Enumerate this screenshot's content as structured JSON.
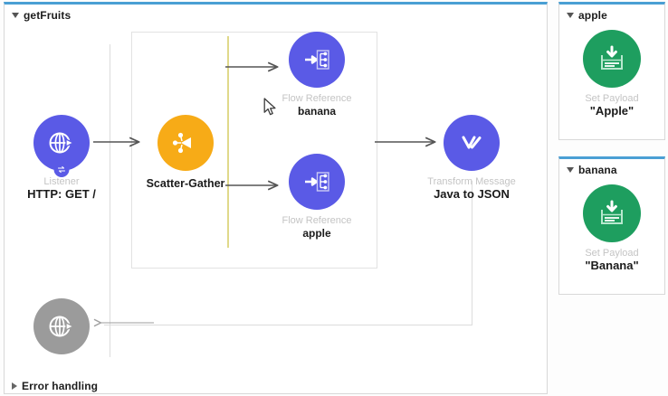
{
  "colors": {
    "accent_blue": "#5a5ae6",
    "accent_orange": "#f7ab17",
    "accent_green": "#1e9e5f",
    "accent_grey": "#9b9b9b",
    "panel_top_border": "#4a9fd4",
    "divider_yellow": "#e0d98a",
    "muted_label": "#c4c4c4"
  },
  "flow_panel": {
    "title": "getFruits",
    "toggle_icon": "triangle-down-icon",
    "error_handling": {
      "label": "Error handling",
      "toggle_icon": "triangle-right-icon"
    },
    "nodes": [
      {
        "id": "listener",
        "type_label": "Listener",
        "name_label": "HTTP: GET /",
        "icon": "globe-icon",
        "color": "#5a5ae6",
        "badge_icon": "http-connector-badge-icon"
      },
      {
        "id": "scatter-gather",
        "type_label": "",
        "name_label": "Scatter-Gather",
        "icon": "scatter-gather-icon",
        "color": "#f7ab17"
      },
      {
        "id": "flow-ref-banana",
        "type_label": "Flow Reference",
        "name_label": "banana",
        "icon": "flow-reference-icon",
        "color": "#5a5ae6"
      },
      {
        "id": "flow-ref-apple",
        "type_label": "Flow Reference",
        "name_label": "apple",
        "icon": "flow-reference-icon",
        "color": "#5a5ae6"
      },
      {
        "id": "transform-message",
        "type_label": "Transform Message",
        "name_label": "Java to JSON",
        "icon": "transform-message-icon",
        "color": "#5a5ae6"
      },
      {
        "id": "error-listener",
        "type_label": "",
        "name_label": "",
        "icon": "globe-icon",
        "color": "#9b9b9b"
      }
    ]
  },
  "apple_panel": {
    "title": "apple",
    "toggle_icon": "triangle-down-icon",
    "node": {
      "type_label": "Set Payload",
      "name_label": "\"Apple\"",
      "icon": "set-payload-icon",
      "color": "#1e9e5f"
    }
  },
  "banana_panel": {
    "title": "banana",
    "toggle_icon": "triangle-down-icon",
    "node": {
      "type_label": "Set Payload",
      "name_label": "\"Banana\"",
      "icon": "set-payload-icon",
      "color": "#1e9e5f"
    }
  },
  "cursor": {
    "icon": "mouse-pointer-icon"
  }
}
